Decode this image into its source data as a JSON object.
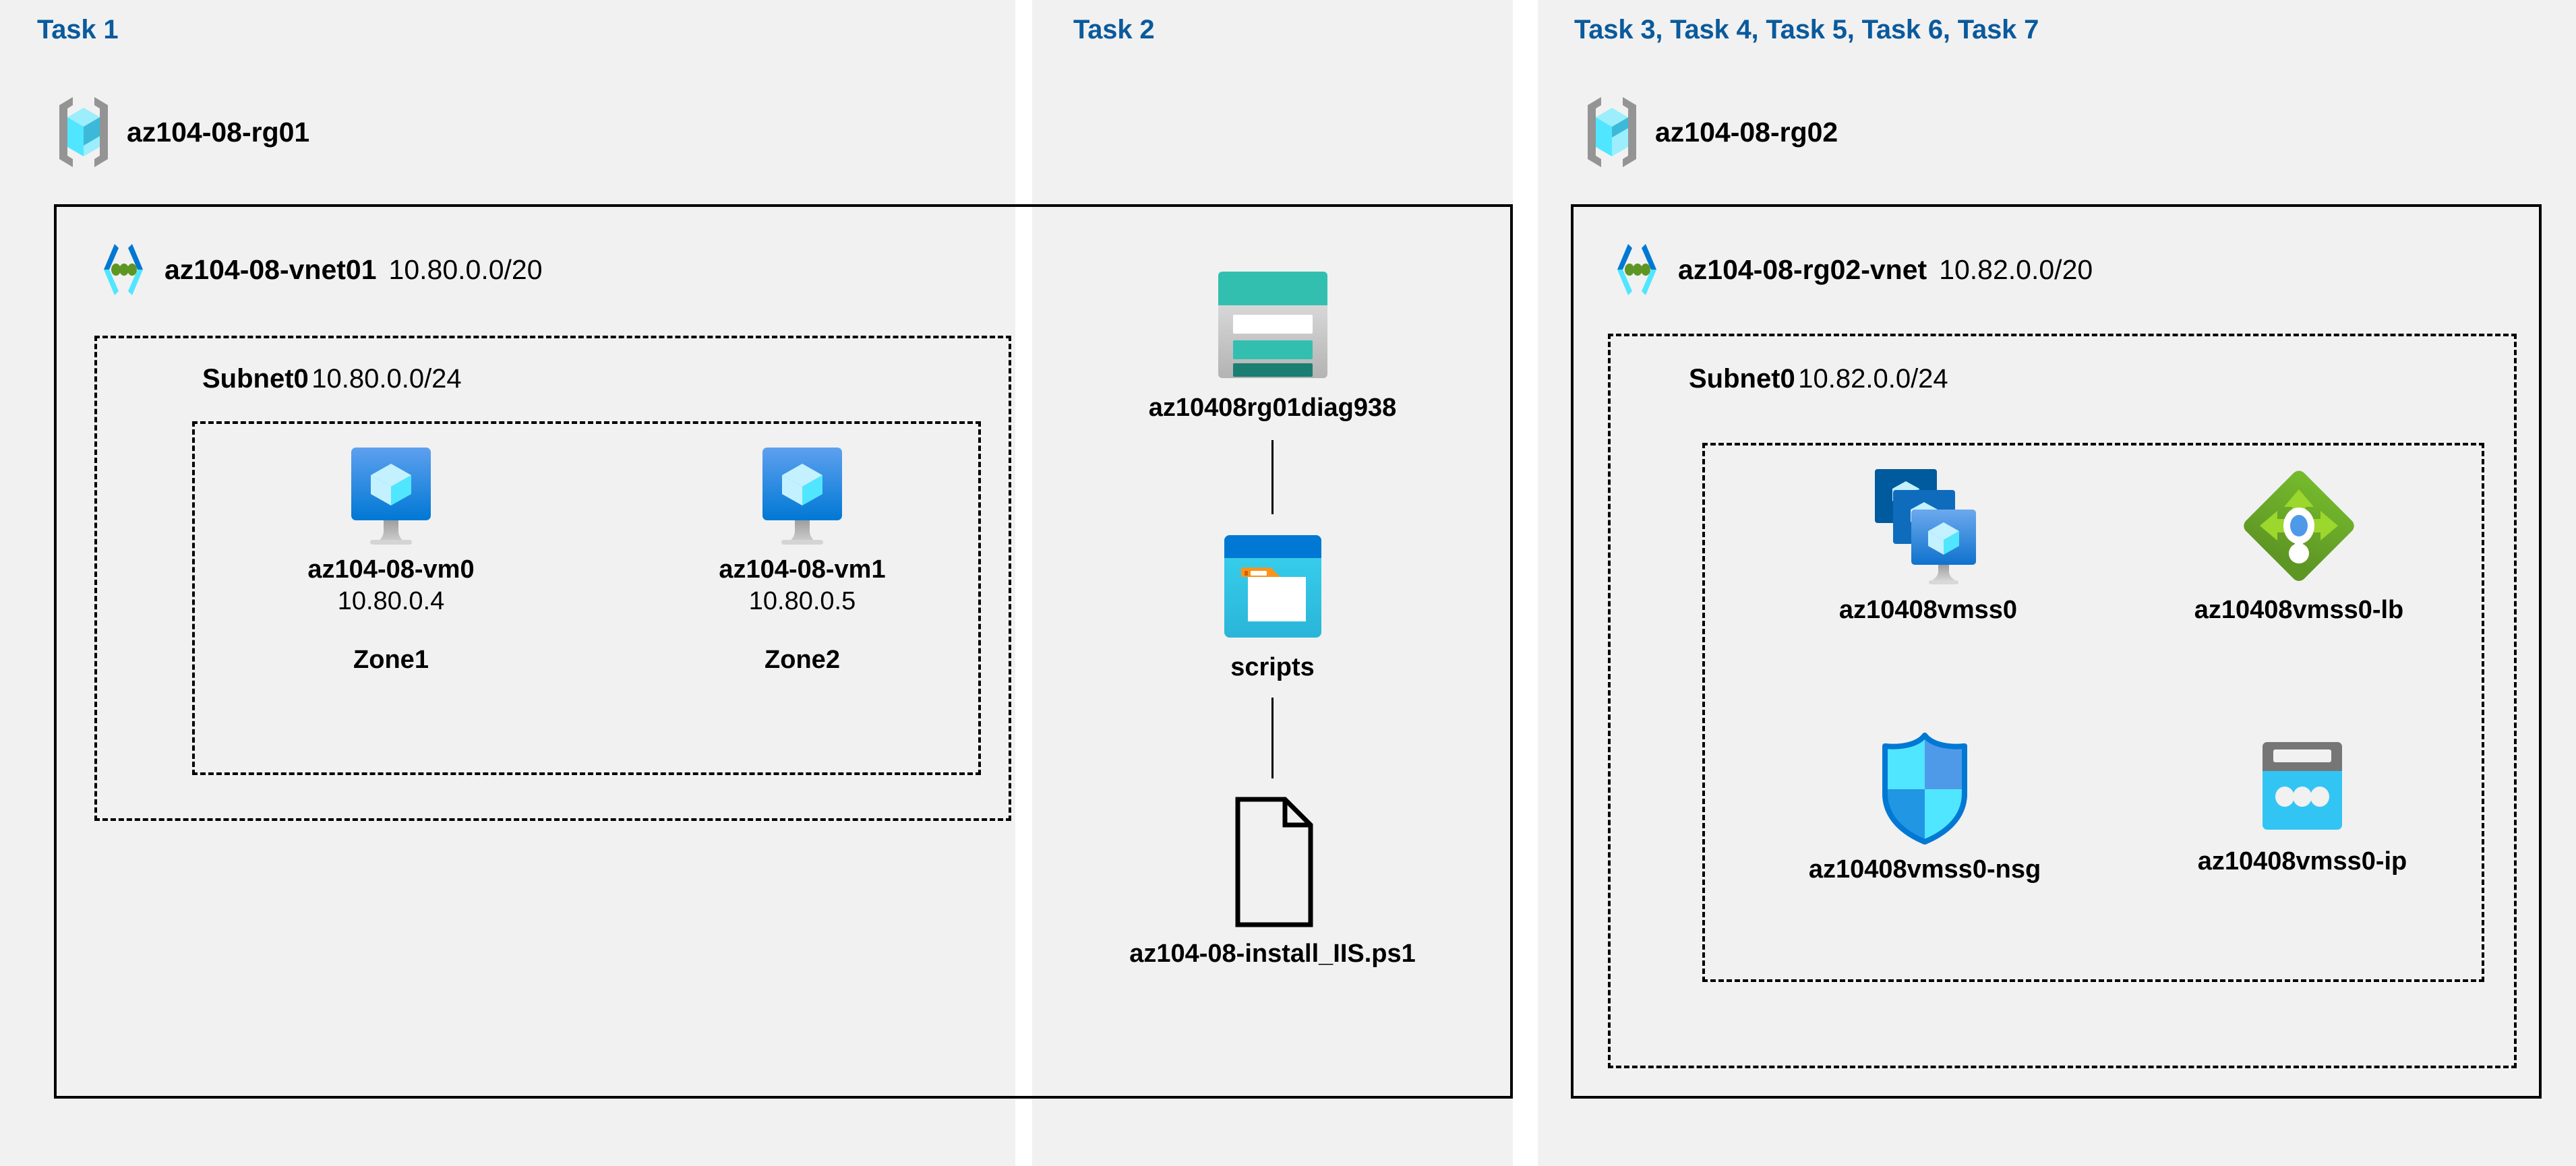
{
  "columns": [
    {
      "id": "task1",
      "label": "Task 1"
    },
    {
      "id": "task2",
      "label": "Task 2"
    },
    {
      "id": "task3",
      "label": "Task 3, Task 4, Task 5, Task 6, Task 7"
    }
  ],
  "colors": {
    "task_label": "#0a5a9c",
    "panel_background": "#f1f1f1",
    "page_background": "#ffffff",
    "box_border": "#000000",
    "rg_cube": "#50e6ff",
    "rg_bracket": "#949494",
    "vnet_bracket_dark": "#0078d4",
    "vnet_bracket_light": "#50e6ff",
    "vnet_dot": "#5e9624",
    "vm_screen": "#0078d4",
    "vm_stand": "#a0a0a0",
    "storage_teal": "#32bfb0",
    "storage_gray": "#b3b3b3",
    "storage_dark_teal": "#1b7e73",
    "blob_header": "#0078d4",
    "blob_body": "#32c5f4",
    "blob_tab": "#f7941e",
    "lb_green": "#62a420",
    "lb_arrow": "#9bd72c",
    "lb_center": "#4f9ae8",
    "nsg_blue": "#0078d4",
    "nsg_cyan": "#50e6ff",
    "pip_gray": "#767676",
    "pip_cyan": "#32c5f4"
  },
  "task1": {
    "resource_group": {
      "name": "az104-08-rg01",
      "icon": "resource-group-icon"
    },
    "vnet": {
      "name": "az104-08-vnet01",
      "cidr": "10.80.0.0/20",
      "icon": "virtual-network-icon"
    },
    "subnet": {
      "name": "Subnet0",
      "cidr": "10.80.0.0/24"
    },
    "vms": [
      {
        "name": "az104-08-vm0",
        "ip": "10.80.0.4",
        "zone": "Zone1",
        "icon": "virtual-machine-icon"
      },
      {
        "name": "az104-08-vm1",
        "ip": "10.80.0.5",
        "zone": "Zone2",
        "icon": "virtual-machine-icon"
      }
    ]
  },
  "task2": {
    "storage_account": {
      "name": "az10408rg01diag938",
      "icon": "storage-account-icon"
    },
    "container": {
      "name": "scripts",
      "icon": "blob-container-icon"
    },
    "file": {
      "name": "az104-08-install_IIS.ps1",
      "icon": "file-document-icon"
    }
  },
  "task3": {
    "resource_group": {
      "name": "az104-08-rg02",
      "icon": "resource-group-icon"
    },
    "vnet": {
      "name": "az104-08-rg02-vnet",
      "cidr": "10.82.0.0/20",
      "icon": "virtual-network-icon"
    },
    "subnet": {
      "name": "Subnet0",
      "cidr": "10.82.0.0/24"
    },
    "resources": [
      {
        "name": "az10408vmss0",
        "icon": "vm-scale-set-icon"
      },
      {
        "name": "az10408vmss0-lb",
        "icon": "load-balancer-icon"
      },
      {
        "name": "az10408vmss0-nsg",
        "icon": "network-security-group-icon"
      },
      {
        "name": "az10408vmss0-ip",
        "icon": "public-ip-address-icon"
      }
    ]
  }
}
